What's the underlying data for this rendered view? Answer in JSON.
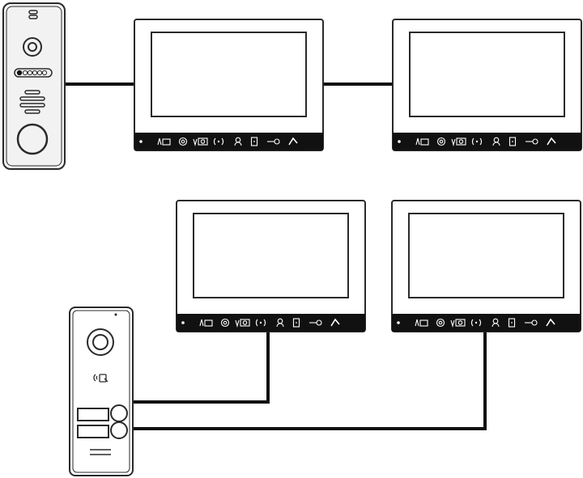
{
  "diagram": {
    "colors": {
      "line": "#1a1a1a",
      "panel_fill": "#ffffff",
      "panel_stroke": "#2a2a2a",
      "bar": "#111111",
      "bar_icon": "#ffffff",
      "door_fill": "#f2f2f2"
    },
    "wire_color": "#111111",
    "top_system": {
      "door_station": {
        "name": "single-button-door-station",
        "buttons": 1
      },
      "monitors": [
        {
          "name": "monitor-1",
          "icons": [
            "led-icon",
            "sensor-icon",
            "gear-icon",
            "snapshot-icon",
            "intercom-icon",
            "contact-icon",
            "door-icon",
            "key-icon",
            "handset-icon"
          ]
        },
        {
          "name": "monitor-2",
          "icons": [
            "led-icon",
            "sensor-icon",
            "gear-icon",
            "snapshot-icon",
            "intercom-icon",
            "contact-icon",
            "door-icon",
            "key-icon",
            "handset-icon"
          ]
        }
      ]
    },
    "bottom_system": {
      "door_station": {
        "name": "two-button-door-station",
        "buttons": 2,
        "has_card_reader": true
      },
      "monitors": [
        {
          "name": "monitor-3",
          "icons": [
            "led-icon",
            "sensor-icon",
            "gear-icon",
            "snapshot-icon",
            "intercom-icon",
            "contact-icon",
            "door-icon",
            "key-icon",
            "handset-icon"
          ]
        },
        {
          "name": "monitor-4",
          "icons": [
            "led-icon",
            "sensor-icon",
            "gear-icon",
            "snapshot-icon",
            "intercom-icon",
            "contact-icon",
            "door-icon",
            "key-icon",
            "handset-icon"
          ]
        }
      ]
    }
  }
}
